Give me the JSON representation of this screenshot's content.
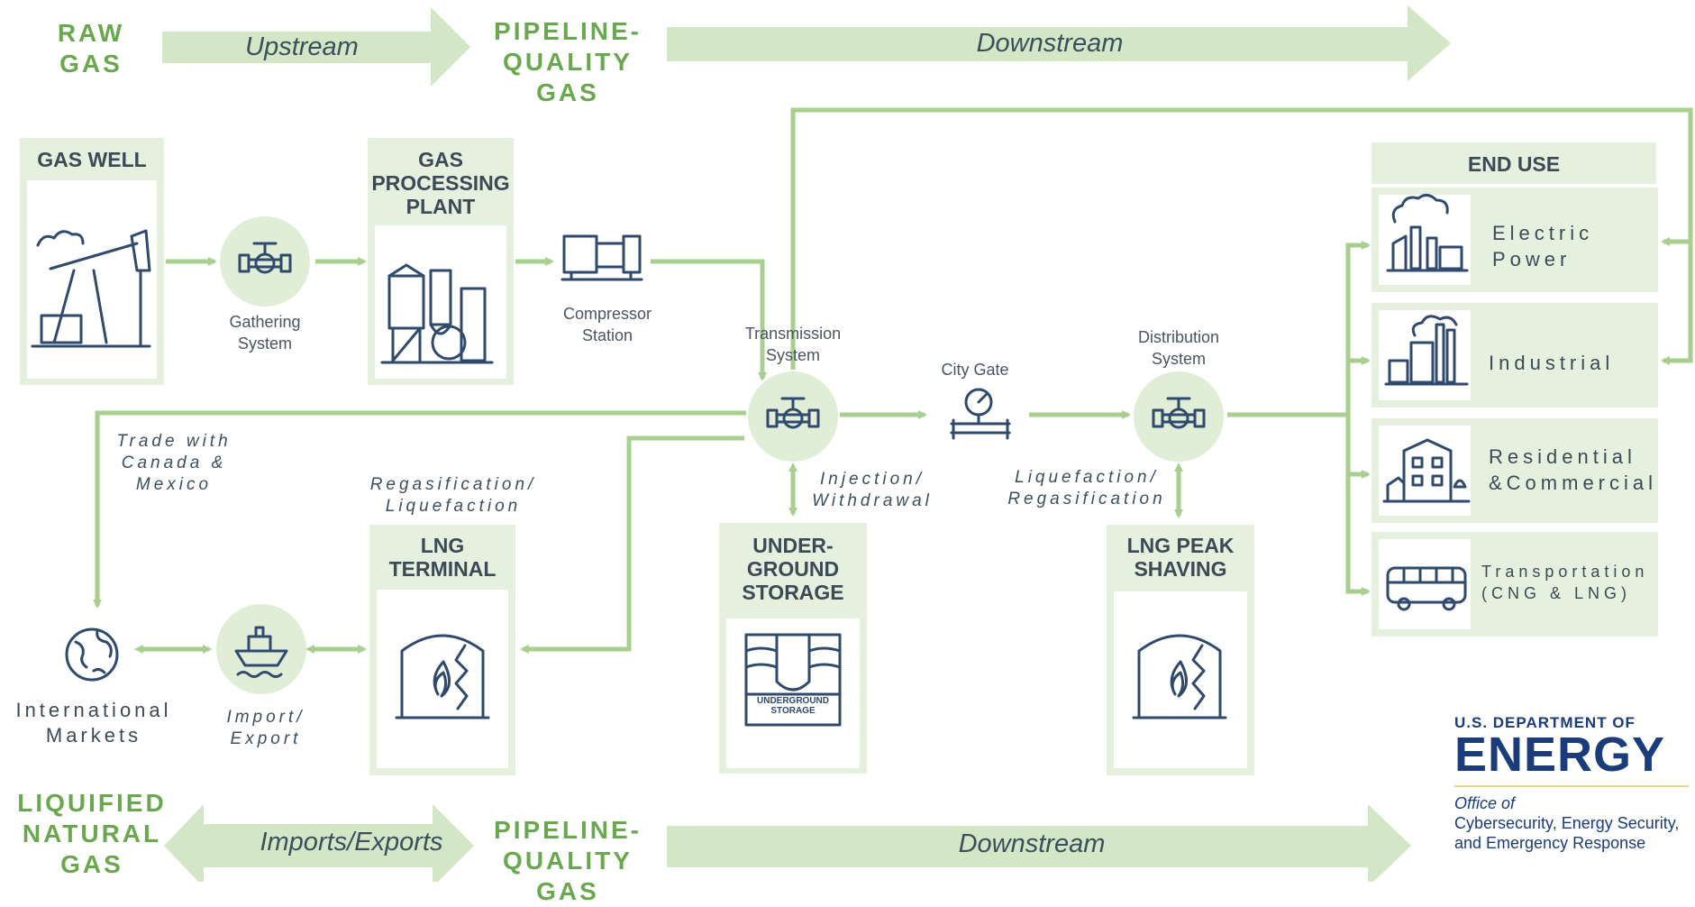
{
  "top_band": {
    "raw_gas": [
      "RAW",
      "GAS"
    ],
    "upstream": "Upstream",
    "pipeline_quality": [
      "PIPELINE-",
      "QUALITY GAS"
    ],
    "downstream": "Downstream"
  },
  "bottom_band": {
    "lng": [
      "LIQUIFIED",
      "NATURAL",
      "GAS"
    ],
    "imports_exports": "Imports/Exports",
    "pipeline_quality": [
      "PIPELINE-",
      "QUALITY GAS"
    ],
    "downstream": "Downstream"
  },
  "boxes": {
    "gas_well": [
      "GAS WELL"
    ],
    "gas_processing": [
      "GAS",
      "PROCESSING",
      "PLANT"
    ],
    "lng_terminal": [
      "LNG",
      "TERMINAL"
    ],
    "underground_storage": [
      "UNDER-",
      "GROUND",
      "STORAGE"
    ],
    "lng_peak_shaving": [
      "LNG PEAK",
      "SHAVING"
    ],
    "end_use": [
      "END USE"
    ]
  },
  "nodes": {
    "gathering": [
      "Gathering",
      "System"
    ],
    "compressor": [
      "Compressor",
      "Station"
    ],
    "transmission": [
      "Transmission",
      "System"
    ],
    "city_gate": [
      "City Gate"
    ],
    "distribution": [
      "Distribution",
      "System"
    ],
    "international": [
      "International",
      "Markets"
    ],
    "import_export": [
      "Import/",
      "Export"
    ]
  },
  "flow_labels": {
    "trade": [
      "Trade with",
      "Canada &",
      "Mexico"
    ],
    "regas_liq": [
      "Regasification/",
      "Liquefaction"
    ],
    "injection": [
      "Injection/",
      "Withdrawal"
    ],
    "liq_regas": [
      "Liquefaction/",
      "Regasification"
    ]
  },
  "end_use_items": [
    [
      "Electric",
      "Power"
    ],
    [
      "Industrial"
    ],
    [
      "Residential",
      "&Commercial"
    ],
    [
      "Transportation",
      "(CNG & LNG)"
    ]
  ],
  "storage_icon_text": [
    "UNDERGROUND",
    "STORAGE"
  ],
  "doe": {
    "line1": "U.S. DEPARTMENT OF",
    "line2": "ENERGY",
    "line3": [
      "Office of",
      "Cybersecurity, Energy Security,",
      "and Emergency Response"
    ]
  },
  "colors": {
    "green_band": "#d3e6c5",
    "green_line": "#a9cf8f",
    "green_text": "#6aa84f",
    "box_fill": "#e6f0df",
    "icon_navy": "#2f4a6d",
    "doe_blue": "#1a3c7a"
  }
}
